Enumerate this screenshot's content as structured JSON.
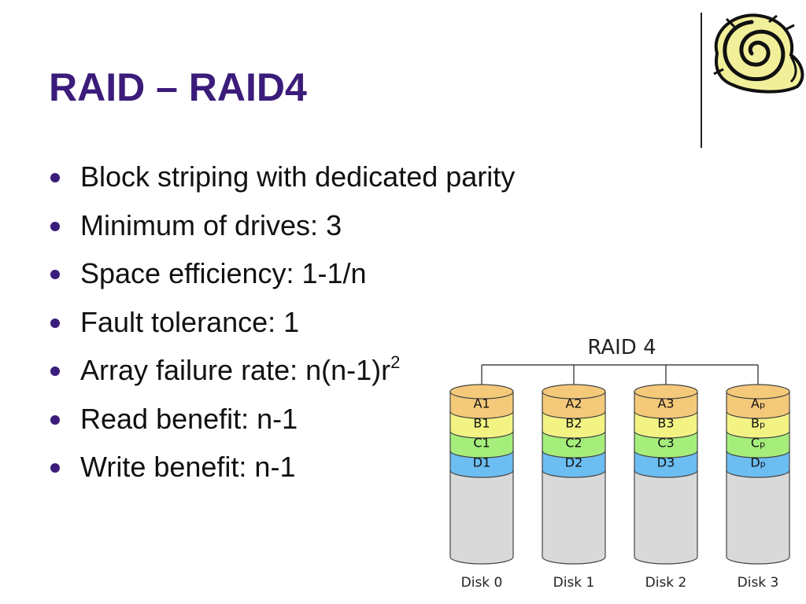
{
  "slide": {
    "title": "RAID – RAID4"
  },
  "bullets": [
    {
      "text": "Block striping with dedicated parity"
    },
    {
      "text": "Minimum of drives: 3"
    },
    {
      "text": "Space efficiency: 1-1/n"
    },
    {
      "text": "Fault tolerance: 1"
    },
    {
      "text": "Array failure rate: n(n-1)r",
      "sup": "2"
    },
    {
      "text": "Read benefit: n-1"
    },
    {
      "text": "Write benefit: n-1"
    }
  ],
  "diagram": {
    "title": "RAID 4",
    "row_colors": [
      "#f5c97a",
      "#f3f384",
      "#a6ee7c",
      "#6cbdf2"
    ],
    "body_color": "#d9d9d9",
    "disks": [
      {
        "label": "Disk 0",
        "blocks": [
          "A1",
          "B1",
          "C1",
          "D1"
        ]
      },
      {
        "label": "Disk 1",
        "blocks": [
          "A2",
          "B2",
          "C2",
          "D2"
        ]
      },
      {
        "label": "Disk 2",
        "blocks": [
          "A3",
          "B3",
          "C3",
          "D3"
        ]
      },
      {
        "label": "Disk 3",
        "blocks": [
          "Ap",
          "Bp",
          "Cp",
          "Dp"
        ]
      }
    ]
  }
}
